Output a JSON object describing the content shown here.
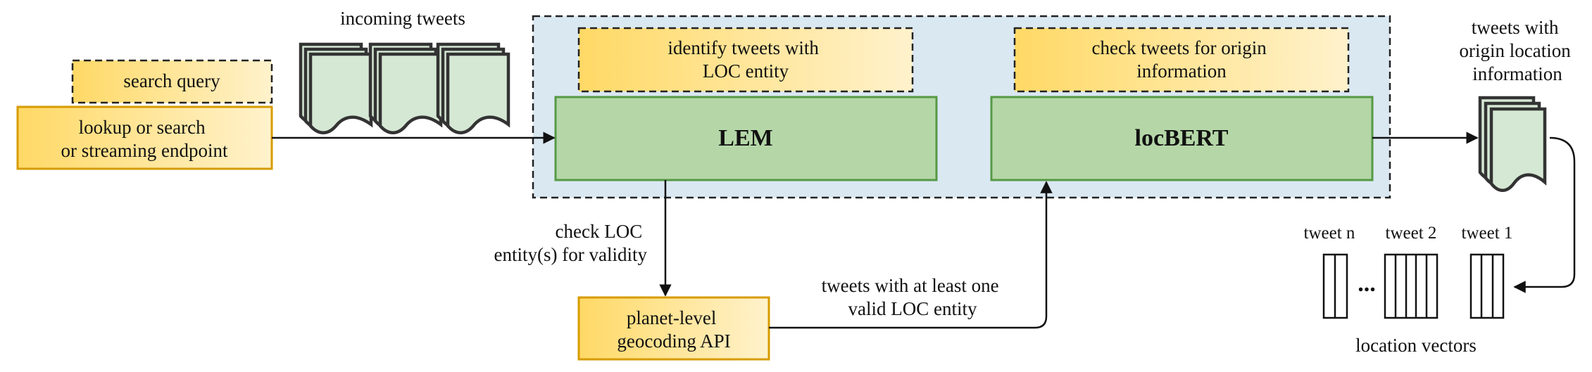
{
  "colors": {
    "orange_border": "#d79b00",
    "orange_fill_start": "#ffd966",
    "orange_fill_end": "#fff2cc",
    "green_fill": "#b5d7a8",
    "green_border": "#559944",
    "doc_fill": "#d5e8d4",
    "doc_border": "#333333",
    "container_fill": "#dae8f2",
    "line": "#111111"
  },
  "labels": {
    "search_query": "search query",
    "endpoint": [
      "lookup or search",
      "or streaming endpoint"
    ],
    "incoming_tweets": "incoming tweets",
    "identify": [
      "identify tweets with",
      "LOC entity"
    ],
    "check_origin": [
      "check tweets for origin",
      "information"
    ],
    "lem": "LEM",
    "locbert": "locBERT",
    "check_loc": [
      "check LOC",
      "entity(s) for validity"
    ],
    "geocoding": [
      "planet-level",
      "geocoding API"
    ],
    "valid_tweets": [
      "tweets with at least one",
      "valid LOC entity"
    ],
    "tweets_origin": [
      "tweets with",
      "origin location",
      "information"
    ],
    "tweet_n": "tweet n",
    "ellipsis": "...",
    "tweet_2": "tweet 2",
    "tweet_1": "tweet 1",
    "location_vectors": "location vectors"
  }
}
